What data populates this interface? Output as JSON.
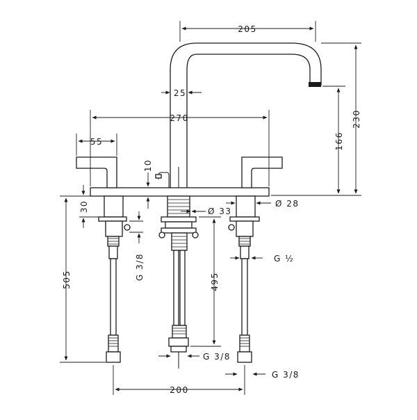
{
  "dimensions": {
    "spout_reach": "205",
    "spout_diameter": "25",
    "overall_spread": "270",
    "handle_width": "55",
    "plate_thickness": "10",
    "body_height": "30",
    "mount_hole_center": "Ø 33",
    "mount_hole_side": "Ø 28",
    "spout_clearance": "166",
    "total_height": "230",
    "handle_connection_top": "G 3/8",
    "hose_connection": "G ½",
    "hose_length_center": "495",
    "hose_length_side": "505",
    "center_connection_bottom": "G 3/8",
    "side_connection_bottom": "G 3/8",
    "valve_spacing": "200"
  }
}
